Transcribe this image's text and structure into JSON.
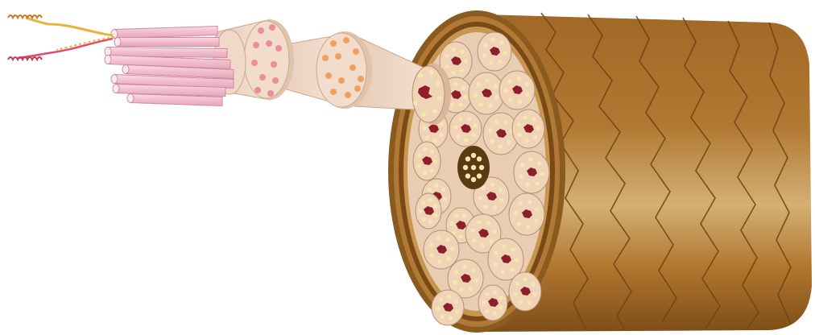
{
  "diagram": {
    "labels": [],
    "colors": {
      "background": "#ffffff",
      "outer_layer": "#a86f2c",
      "outer_highlight": "#d7b579",
      "outer_shadow": "#6e4515",
      "sheath_ring": "#7a4a16",
      "cell_fill": "#f0d4b8",
      "cell_interior": "#e8cdb3",
      "nucleus": "#8e1f2a",
      "dot_light": "#f7e6b0",
      "dot_pink": "#ec8d9a",
      "dot_orange": "#f3a05e",
      "fibril": "#f4c7d4",
      "strand_pink": "#e24d6a",
      "strand_yellow": "#e9b23a",
      "cone": "#f0d9c8",
      "core": "#5a3a12"
    },
    "structures": [
      "outer-wrapping-cylinder",
      "cross-section-face",
      "bundle-cross-sections",
      "central-core",
      "extracted-bundle-cone",
      "fiber-segment-orange",
      "fiber-segment-pink",
      "fibril-tubes",
      "coiled-filaments"
    ]
  }
}
